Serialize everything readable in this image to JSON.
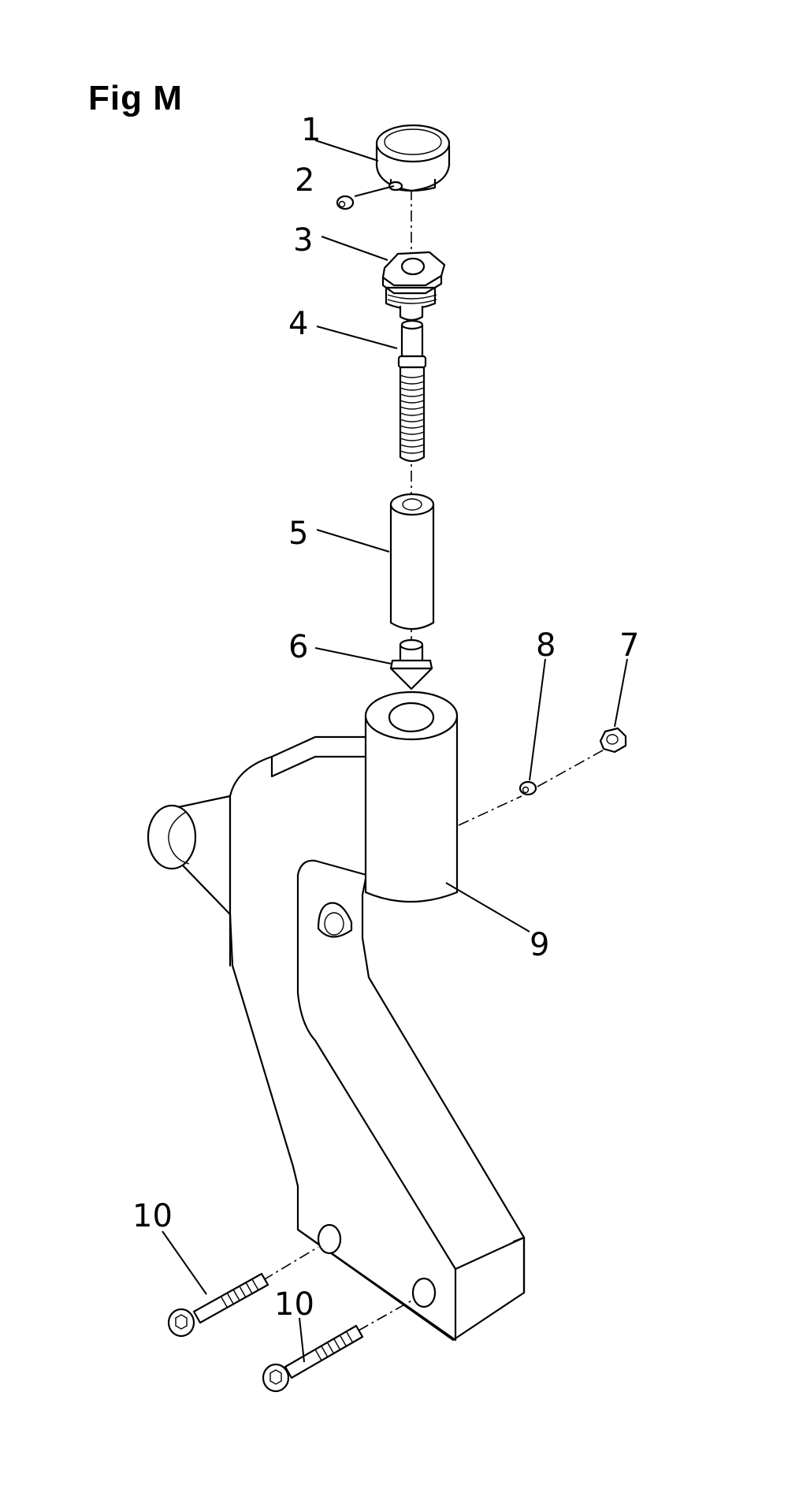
{
  "figure": {
    "title": "Fig M"
  },
  "callouts": [
    {
      "id": "c1",
      "label": "1"
    },
    {
      "id": "c2",
      "label": "2"
    },
    {
      "id": "c3",
      "label": "3"
    },
    {
      "id": "c4",
      "label": "4"
    },
    {
      "id": "c5",
      "label": "5"
    },
    {
      "id": "c6",
      "label": "6"
    },
    {
      "id": "c7",
      "label": "7"
    },
    {
      "id": "c8",
      "label": "8"
    },
    {
      "id": "c9",
      "label": "9"
    },
    {
      "id": "c10a",
      "label": "10"
    },
    {
      "id": "c10b",
      "label": "10"
    }
  ]
}
